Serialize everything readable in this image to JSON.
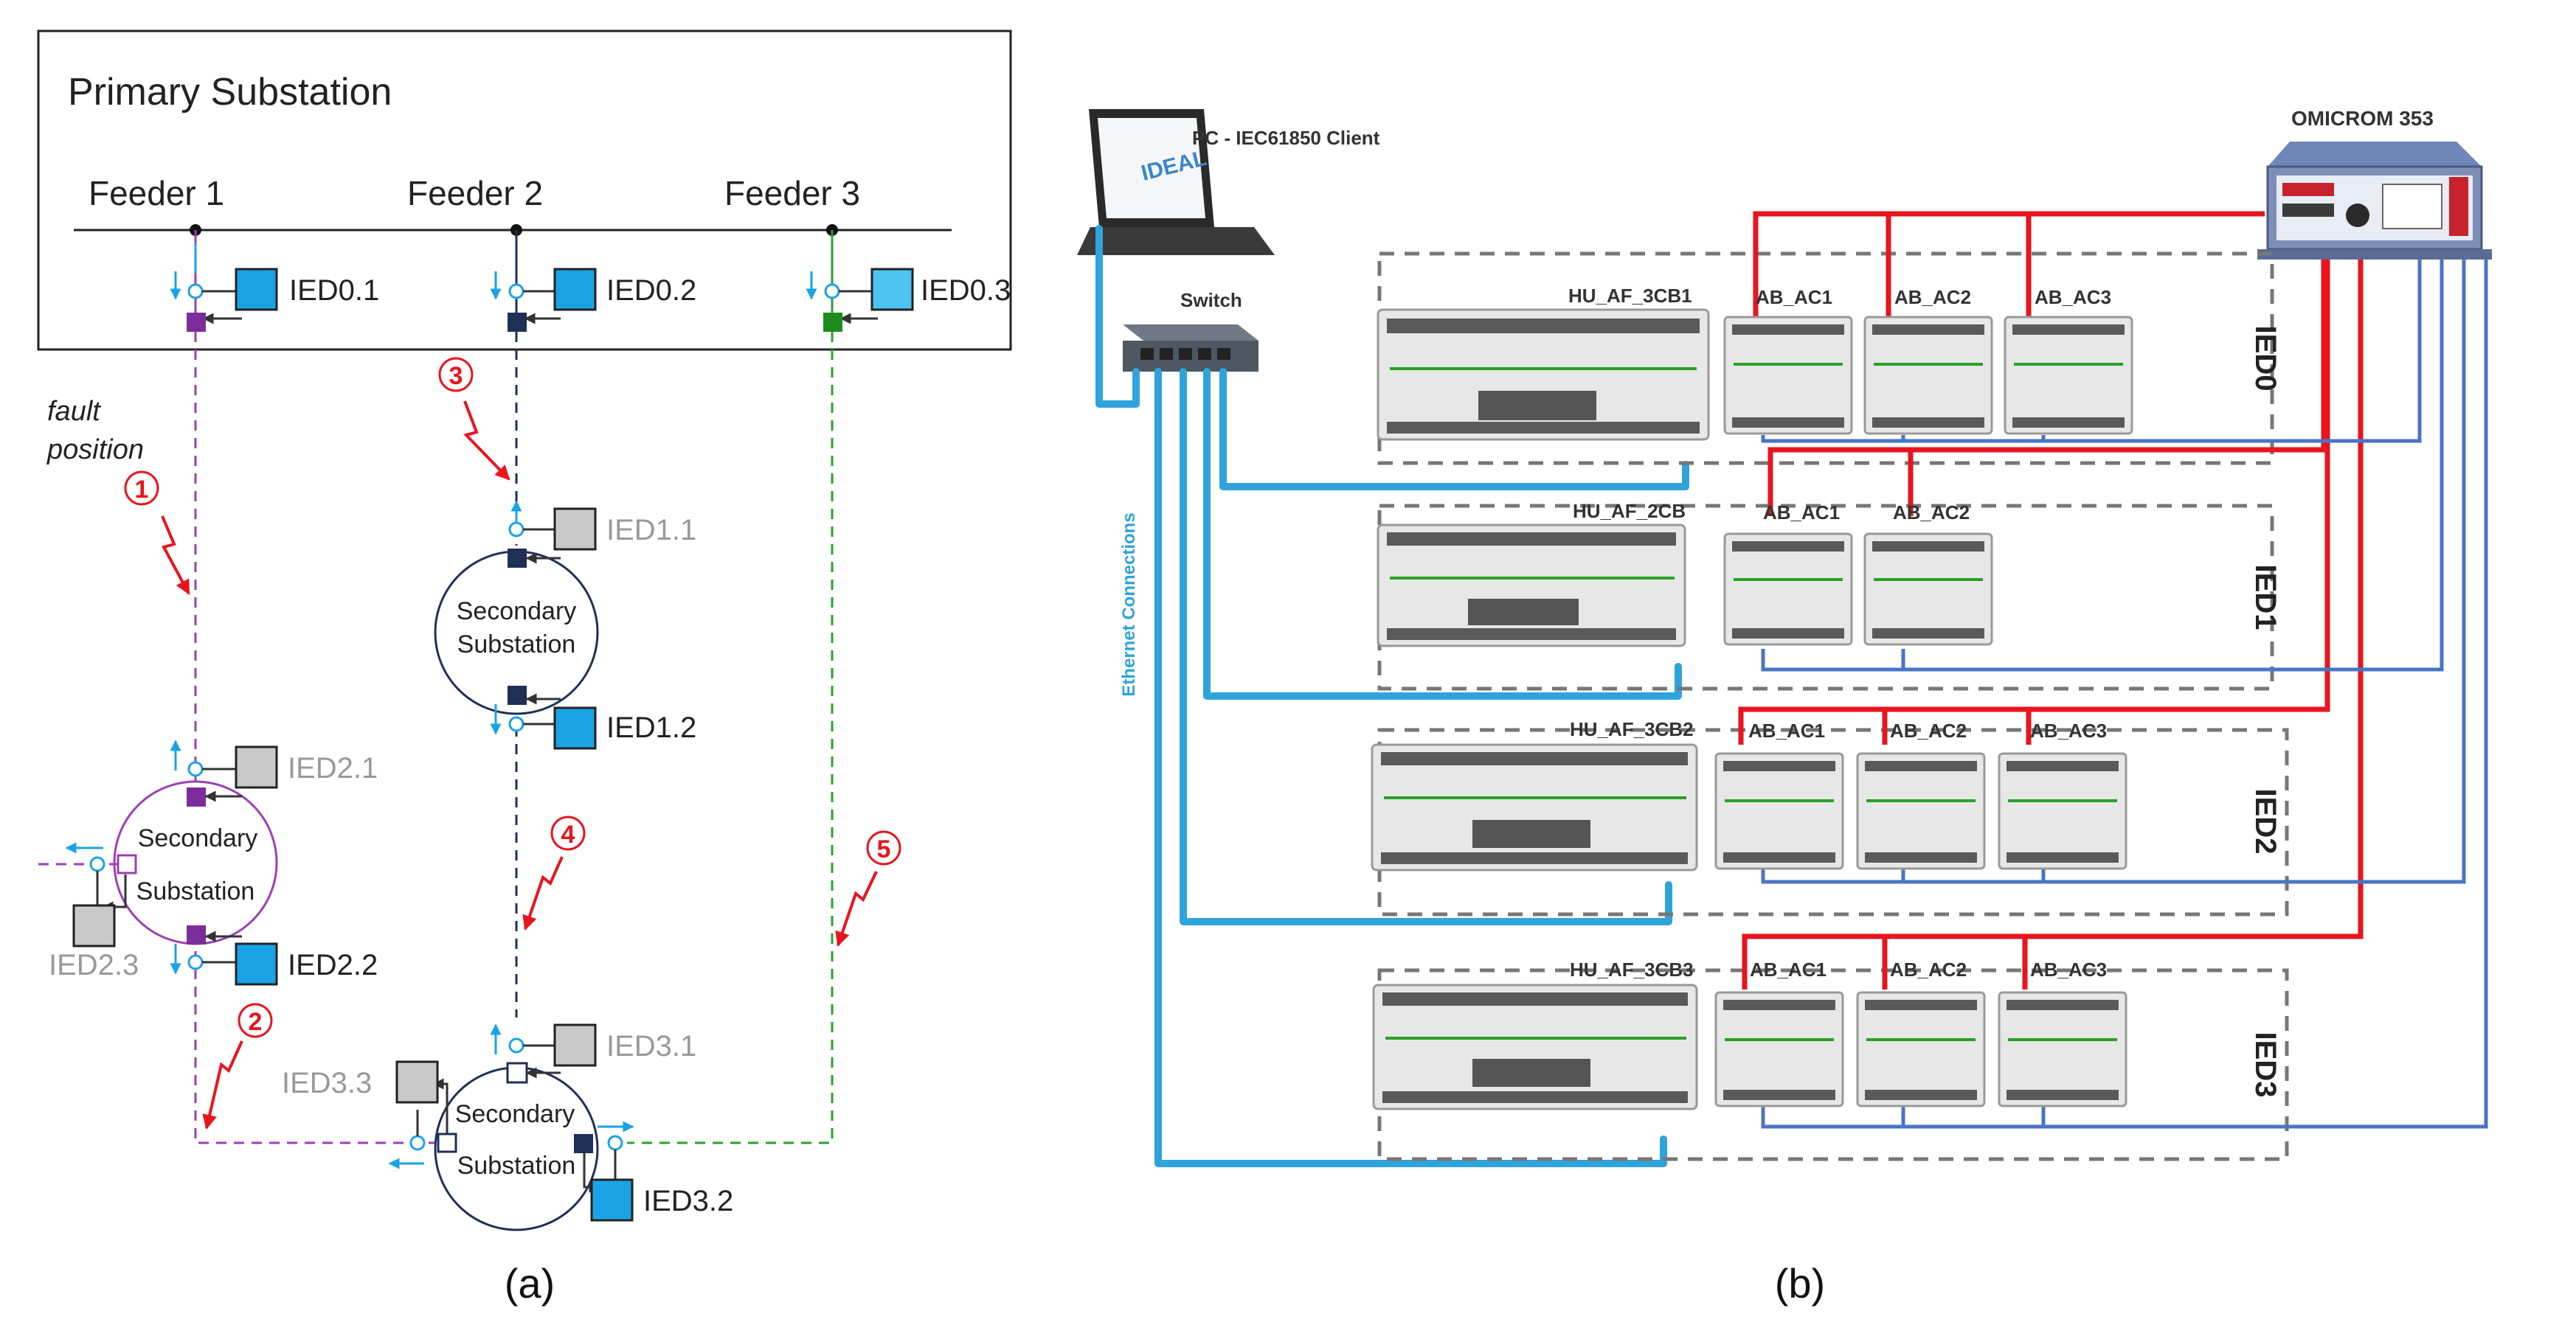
{
  "panel_a": {
    "title": "Primary Substation",
    "feeders": [
      "Feeder 1",
      "Feeder 2",
      "Feeder 3"
    ],
    "ied0": [
      "IED0.1",
      "IED0.2",
      "IED0.3"
    ],
    "ied1": [
      "IED1.1",
      "IED1.2"
    ],
    "ied2": [
      "IED2.1",
      "IED2.2",
      "IED2.3"
    ],
    "ied3": [
      "IED3.1",
      "IED3.2",
      "IED3.3"
    ],
    "secondary_label_1": "Secondary",
    "secondary_label_2": "Substation",
    "fault_label_1": "fault",
    "fault_label_2": "position",
    "fault_markers": [
      "1",
      "2",
      "3",
      "4",
      "5"
    ],
    "caption": "(a)"
  },
  "panel_b": {
    "pc_label": "PC - IEC61850 Client",
    "screen_text": "IDEAL",
    "switch_label": "Switch",
    "omicron_label": "OMICROM 353",
    "ethernet_label": "Ethernet Connections",
    "rows": [
      {
        "group": "IED0",
        "main": "HU_AF_3CB1",
        "modules": [
          "AB_AC1",
          "AB_AC2",
          "AB_AC3"
        ]
      },
      {
        "group": "IED1",
        "main": "HU_AF_2CB",
        "modules": [
          "AB_AC1",
          "AB_AC2"
        ]
      },
      {
        "group": "IED2",
        "main": "HU_AF_3CB2",
        "modules": [
          "AB_AC1",
          "AB_AC2",
          "AB_AC3"
        ]
      },
      {
        "group": "IED3",
        "main": "HU_AF_3CB3",
        "modules": [
          "AB_AC1",
          "AB_AC2",
          "AB_AC3"
        ]
      }
    ],
    "caption": "(b)"
  },
  "colors": {
    "feeder1": "#9b3fb5",
    "feeder2": "#1f2f56",
    "feeder3": "#2aa02a",
    "ied_box": "#19a3e6",
    "ied_gray": "#c9c9c9",
    "fault": "#e8141e",
    "ethernet": "#2fa3dc"
  }
}
